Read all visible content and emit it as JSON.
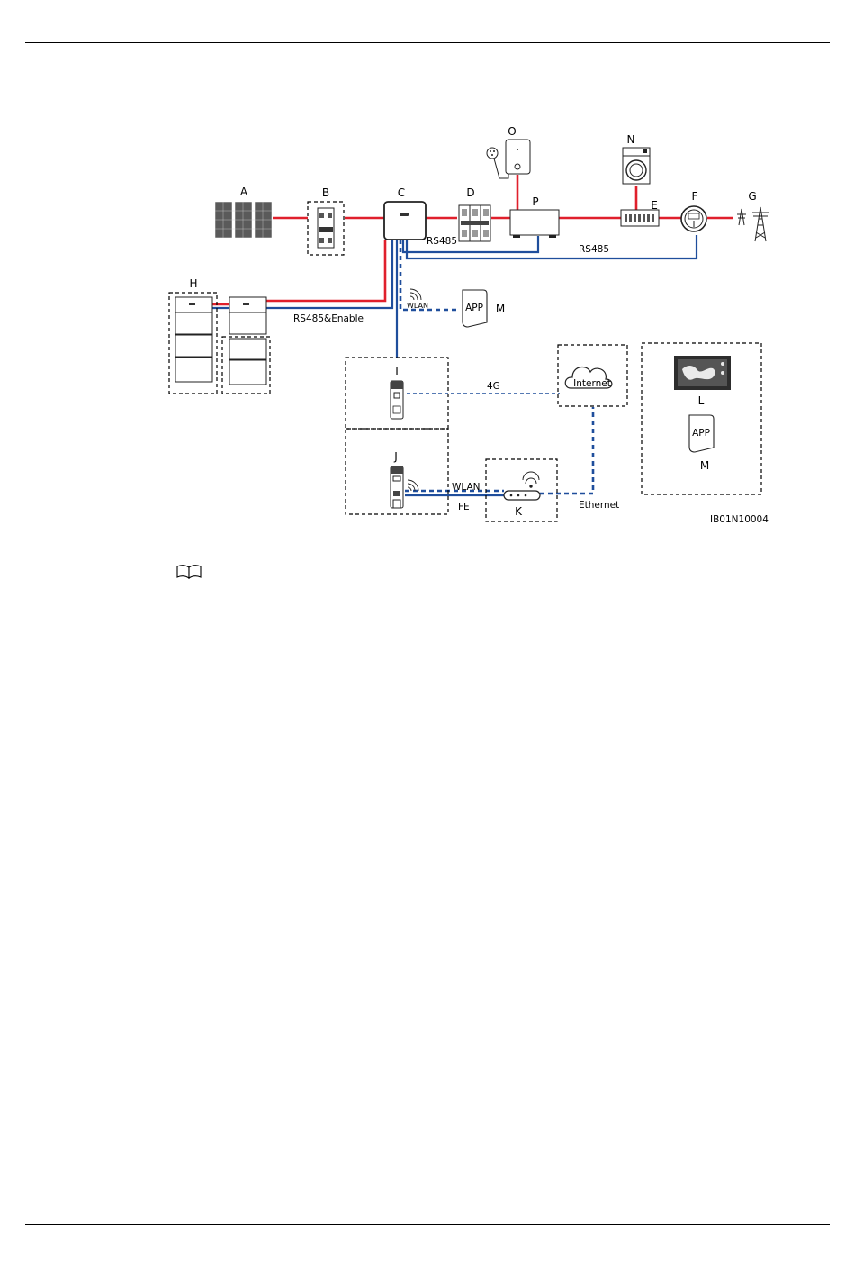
{
  "diagram": {
    "nodes": {
      "A": "A",
      "B": "B",
      "C": "C",
      "D": "D",
      "E": "E",
      "F": "F",
      "G": "G",
      "H": "H",
      "I": "I",
      "J": "J",
      "K": "K",
      "L": "L",
      "M1": "M",
      "M2": "M",
      "N": "N",
      "O": "O",
      "P": "P"
    },
    "links": {
      "rs485_top": "RS485",
      "rs485_meter": "RS485",
      "rs485_enable": "RS485&Enable",
      "wlan_app": "WLAN",
      "4g": "4G",
      "wlan_k": "WLAN",
      "fe": "FE",
      "ethernet": "Ethernet"
    },
    "cloud_label": "Internet",
    "app_label": "APP",
    "figure_id": "IB01N10004",
    "colors": {
      "power": "#e0202c",
      "comm": "#1f4e9c",
      "wireless": "#1f4e9c"
    }
  },
  "icons": {
    "note": "book-icon"
  }
}
